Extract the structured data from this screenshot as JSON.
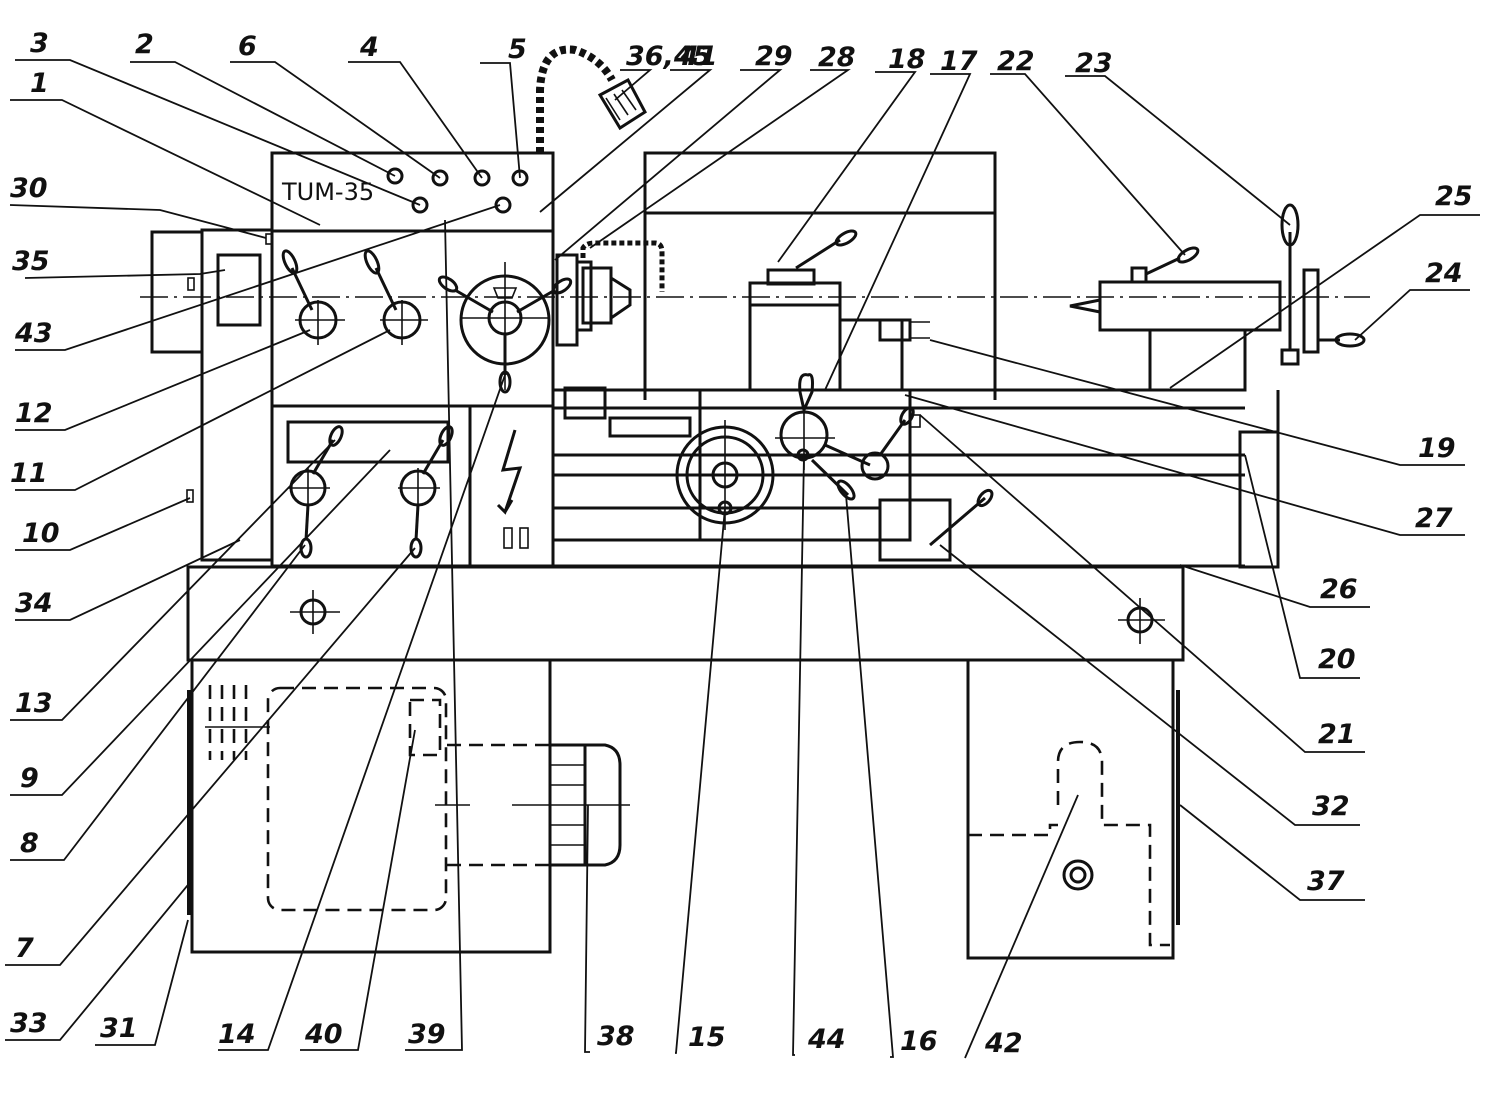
{
  "drawing": {
    "title": "Lathe general view with part callouts",
    "model_label": "TUM-35",
    "ink_color": "#111111",
    "paper_color": "#ffffff"
  },
  "callouts": {
    "top": [
      "3",
      "2",
      "6",
      "4",
      "5",
      "36,45",
      "41",
      "29",
      "28",
      "18",
      "17",
      "22",
      "23"
    ],
    "left": [
      "1",
      "30",
      "35",
      "43",
      "12",
      "11",
      "10",
      "34",
      "13",
      "9",
      "8",
      "7",
      "33"
    ],
    "bottom": [
      "31",
      "14",
      "40",
      "39",
      "38",
      "15",
      "44",
      "16",
      "42"
    ],
    "right": [
      "25",
      "24",
      "19",
      "27",
      "26",
      "20",
      "21",
      "32",
      "37"
    ]
  }
}
